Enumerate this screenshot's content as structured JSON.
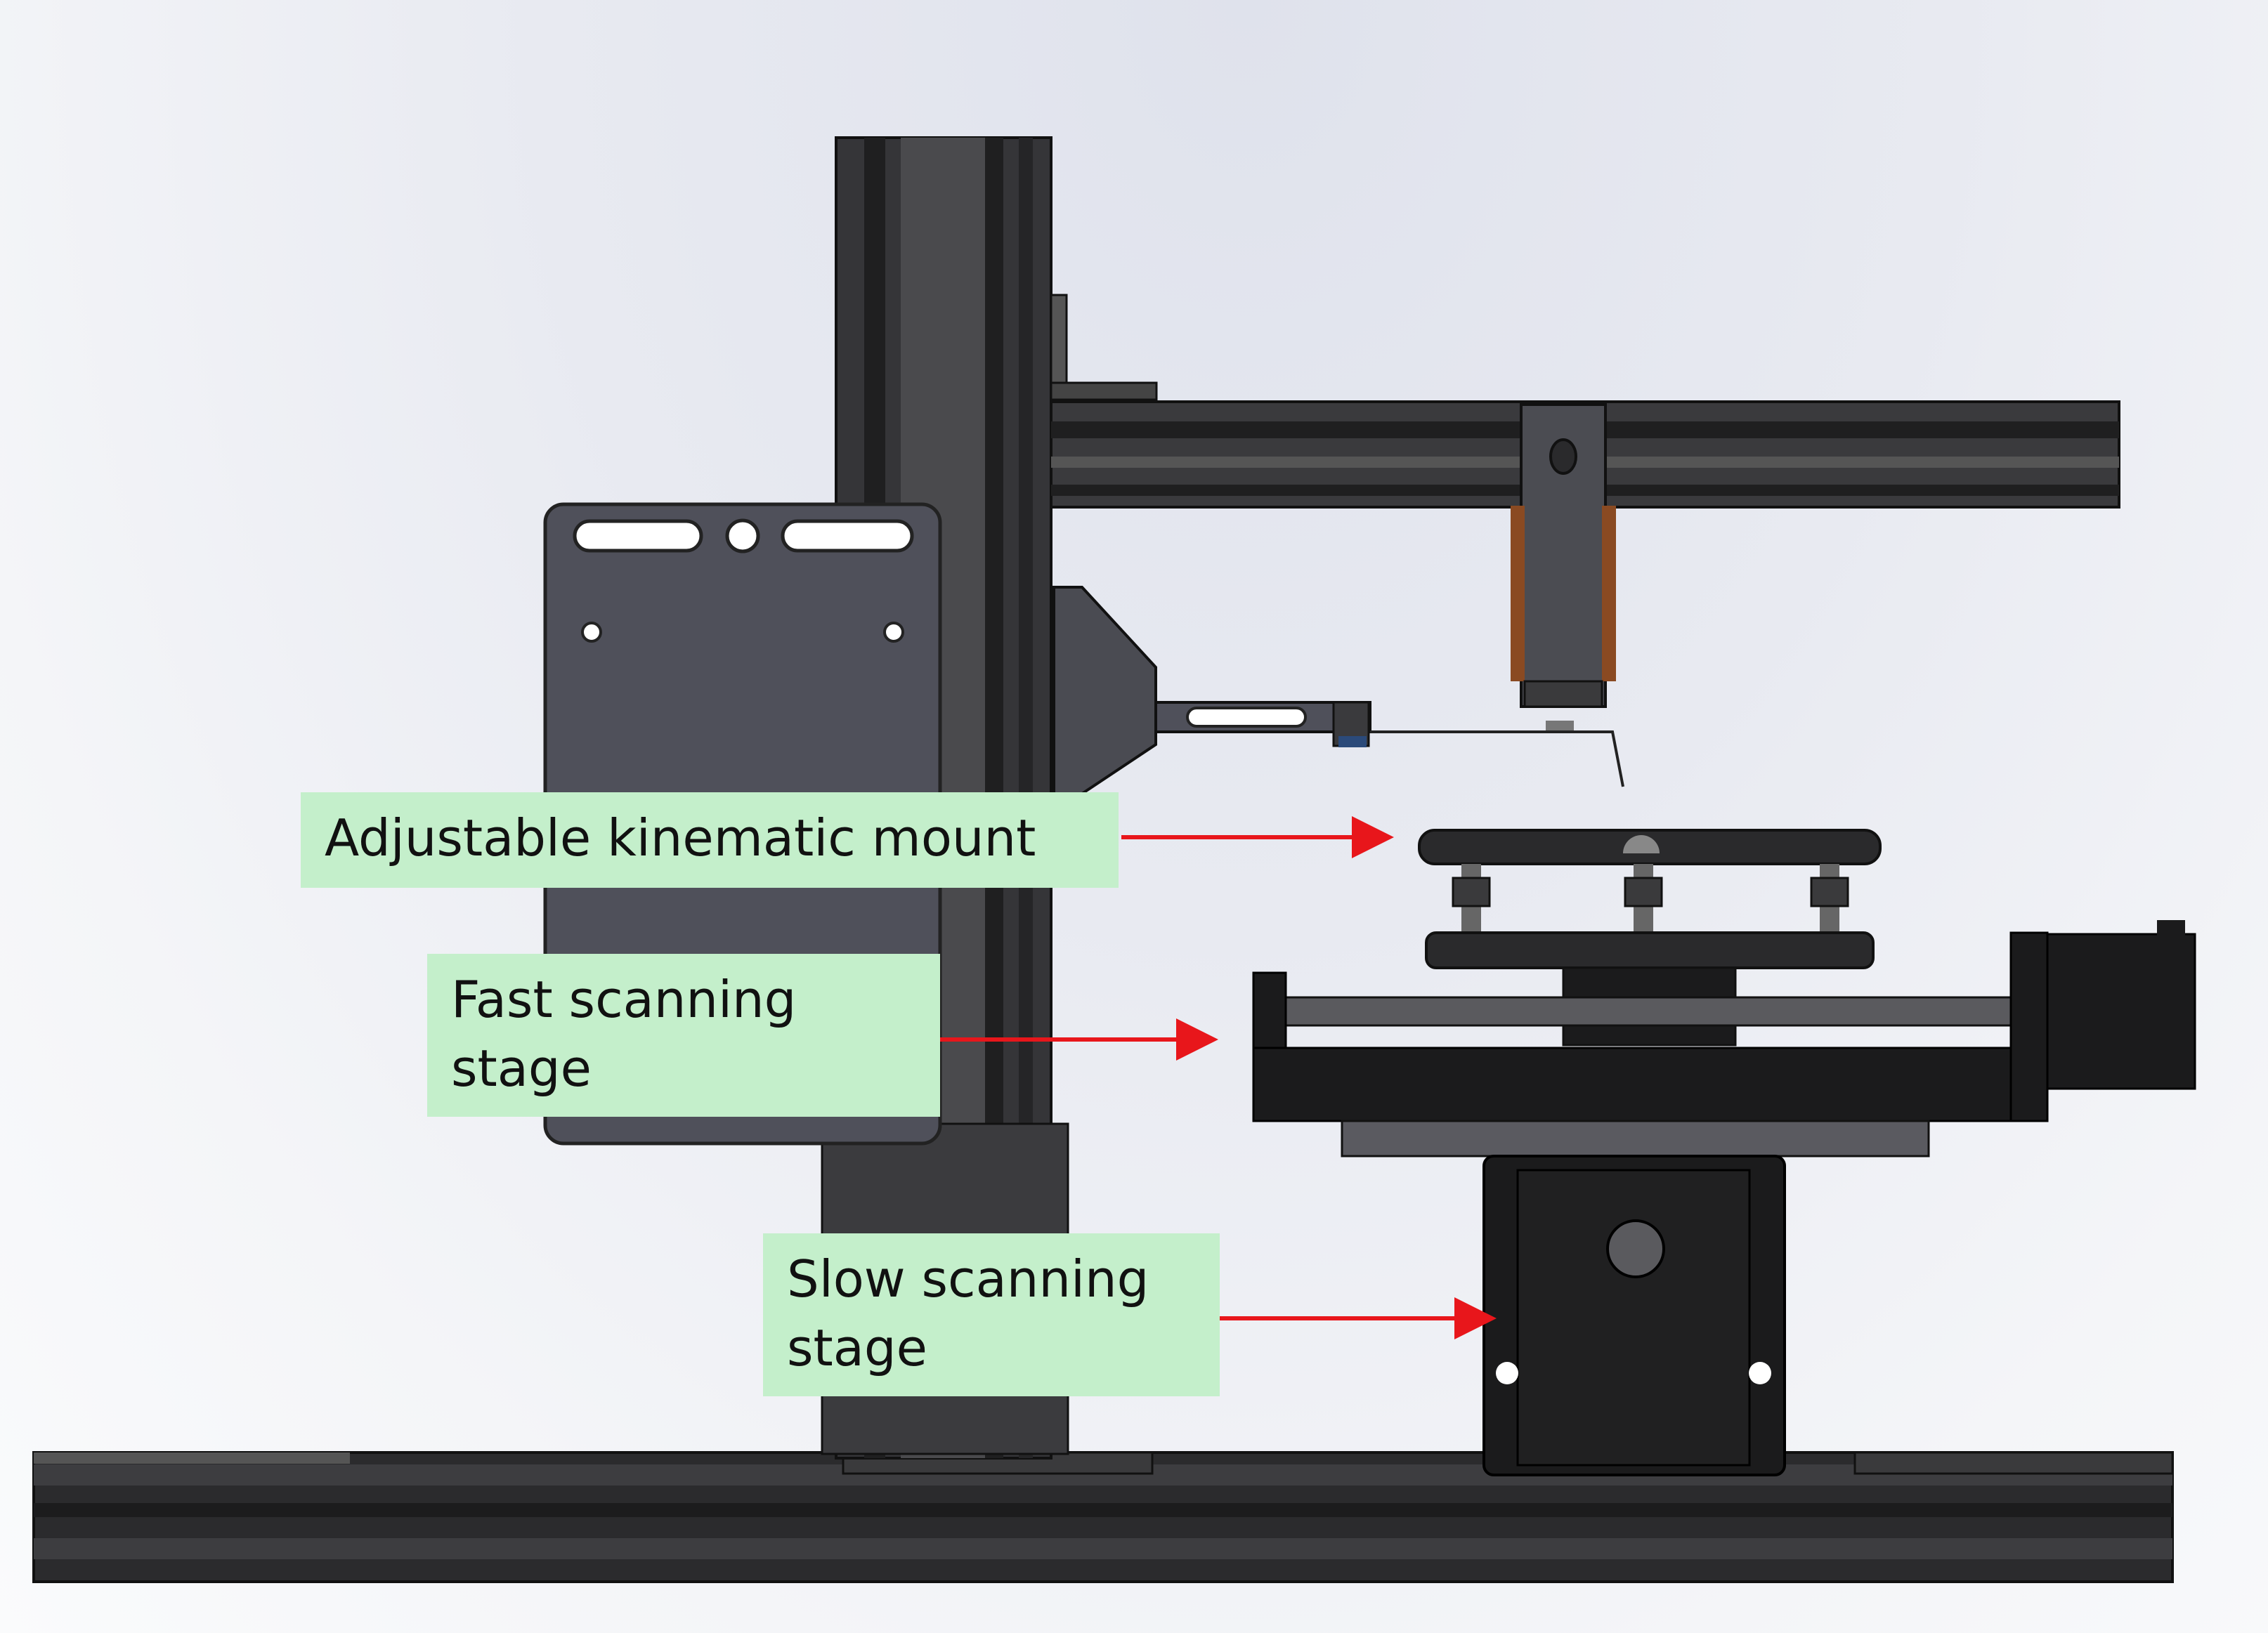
{
  "labels": {
    "kinematic_mount": "Adjustable kinematic mount",
    "fast_stage": "Fast scanning\nstage",
    "slow_stage": "Slow scanning\nstage"
  },
  "colors": {
    "callout_fill": "#c4efcb",
    "arrow": "#e8161b",
    "frame_dark": "#2a2a2c",
    "frame_mid": "#3c3c3f",
    "plate": "#4f505a",
    "stage_black": "#1b1b1c"
  },
  "icons": [
    "arrow-right-icon"
  ]
}
